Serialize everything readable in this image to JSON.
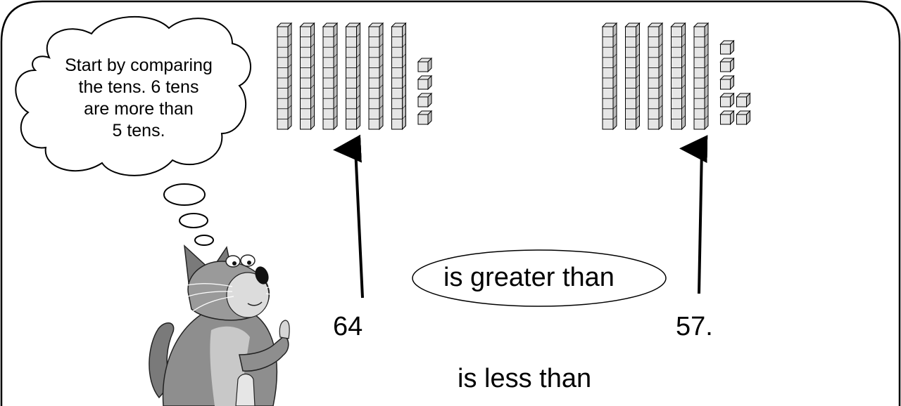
{
  "thought": {
    "lines": [
      "Start by comparing",
      "the tens. 6 tens",
      "are more than",
      "5 tens."
    ]
  },
  "left_number": {
    "label": "64",
    "tens": 6,
    "ones": 4
  },
  "right_number": {
    "label": "57.",
    "tens": 5,
    "ones": 7
  },
  "options": {
    "greater": "is greater than",
    "less": "is less than",
    "selected": "greater"
  },
  "colors": {
    "block_face": "#e6e6e6",
    "block_side": "#bdbdbd",
    "stroke": "#000000",
    "cat_body": "#8e8e8e"
  }
}
